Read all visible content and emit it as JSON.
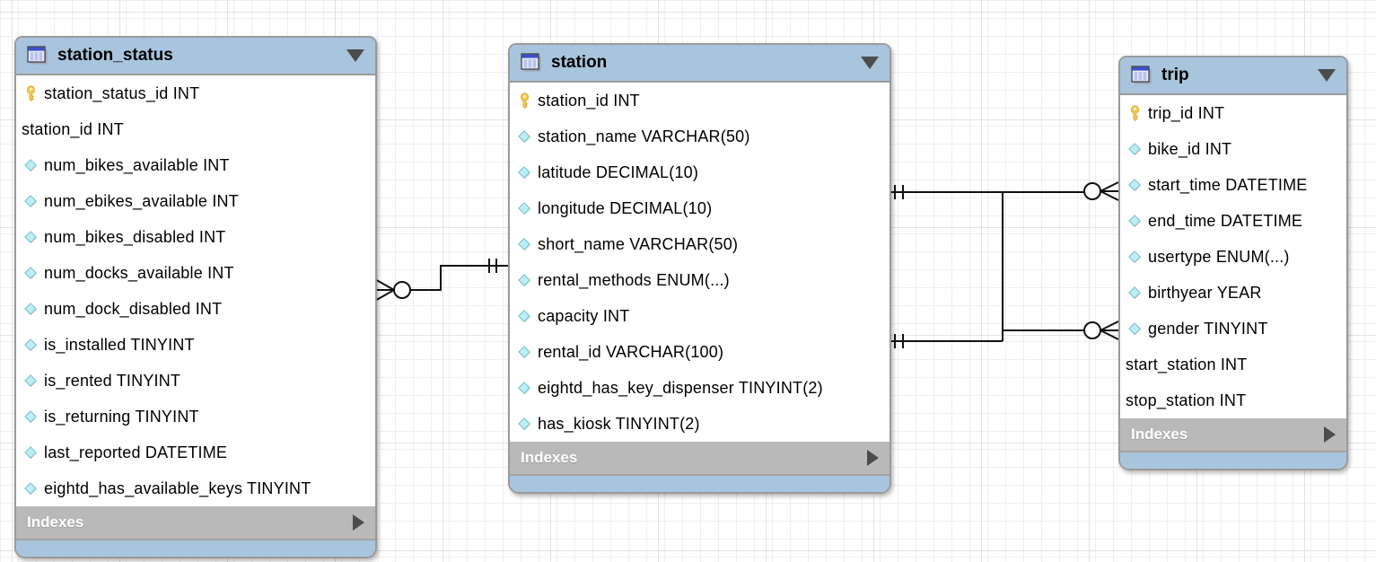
{
  "diagram_type": "EER database diagram",
  "colors": {
    "table_header_blue": "#a9c4dd",
    "footer_gray": "#b9b9b9",
    "table_border_gray": "#9a9a9a",
    "row_background": "#ffffff",
    "connector_black": "#111111",
    "key_icon_gold": "#eec94e",
    "diamond_icon_cyan": "#bdeef4",
    "grid_line": "#efefef"
  },
  "tables": [
    {
      "name": "station_status",
      "footer": "Indexes",
      "columns": [
        {
          "icon": "key",
          "text": "station_status_id INT"
        },
        {
          "icon": "none",
          "text": "station_id INT"
        },
        {
          "icon": "diamond",
          "text": "num_bikes_available INT"
        },
        {
          "icon": "diamond",
          "text": "num_ebikes_available INT"
        },
        {
          "icon": "diamond",
          "text": "num_bikes_disabled INT"
        },
        {
          "icon": "diamond",
          "text": "num_docks_available INT"
        },
        {
          "icon": "diamond",
          "text": "num_dock_disabled INT"
        },
        {
          "icon": "diamond",
          "text": "is_installed TINYINT"
        },
        {
          "icon": "diamond",
          "text": "is_rented TINYINT"
        },
        {
          "icon": "diamond",
          "text": "is_returning TINYINT"
        },
        {
          "icon": "diamond",
          "text": "last_reported DATETIME"
        },
        {
          "icon": "diamond",
          "text": "eightd_has_available_keys TINYINT"
        }
      ]
    },
    {
      "name": "station",
      "footer": "Indexes",
      "columns": [
        {
          "icon": "key",
          "text": "station_id INT"
        },
        {
          "icon": "diamond",
          "text": "station_name VARCHAR(50)"
        },
        {
          "icon": "diamond",
          "text": "latitude DECIMAL(10)"
        },
        {
          "icon": "diamond",
          "text": "longitude DECIMAL(10)"
        },
        {
          "icon": "diamond",
          "text": "short_name VARCHAR(50)"
        },
        {
          "icon": "diamond",
          "text": "rental_methods ENUM(...)"
        },
        {
          "icon": "diamond",
          "text": "capacity INT"
        },
        {
          "icon": "diamond",
          "text": "rental_id VARCHAR(100)"
        },
        {
          "icon": "diamond",
          "text": "eightd_has_key_dispenser TINYINT(2)"
        },
        {
          "icon": "diamond",
          "text": "has_kiosk TINYINT(2)"
        }
      ]
    },
    {
      "name": "trip",
      "footer": "Indexes",
      "columns": [
        {
          "icon": "key",
          "text": "trip_id INT"
        },
        {
          "icon": "diamond",
          "text": "bike_id INT"
        },
        {
          "icon": "diamond",
          "text": "start_time DATETIME"
        },
        {
          "icon": "diamond",
          "text": "end_time DATETIME"
        },
        {
          "icon": "diamond",
          "text": "usertype ENUM(...)"
        },
        {
          "icon": "diamond",
          "text": "birthyear YEAR"
        },
        {
          "icon": "diamond",
          "text": "gender TINYINT"
        },
        {
          "icon": "none",
          "text": "start_station INT"
        },
        {
          "icon": "none",
          "text": "stop_station INT"
        }
      ]
    }
  ],
  "relationships": [
    {
      "many_side": "station_status",
      "one_side": "station",
      "many_notation": "zero-or-many crow's foot with circle",
      "one_notation": "exactly-one double tick"
    },
    {
      "many_side": "trip",
      "one_side": "station",
      "many_notation": "zero-or-many crow's foot with circle",
      "one_notation": "exactly-one double tick"
    },
    {
      "many_side": "trip",
      "one_side": "station",
      "many_notation": "zero-or-many crow's foot with circle",
      "one_notation": "exactly-one double tick"
    }
  ]
}
